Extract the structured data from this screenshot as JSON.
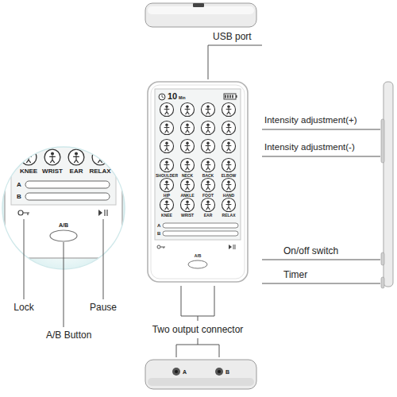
{
  "diagram": {
    "labels": [
      "USB port",
      "10",
      "Min",
      "SHOULDER",
      "NECK",
      "BACK",
      "ELBOW",
      "HIP",
      "ANKLE",
      "FOOT",
      "HAND",
      "KNEE",
      "WRIST",
      "EAR",
      "RELAX",
      "A",
      "B",
      "A/B",
      "Intensity adjustment(+)",
      "Intensity adjustment(-)",
      "On/off switch",
      "Timer",
      "KNEE",
      "WRIST",
      "EAR",
      "RELAX",
      "A",
      "B",
      "A/B",
      "Lock",
      "Pause",
      "A/B Button",
      "Two output connector",
      "A",
      "B"
    ]
  }
}
